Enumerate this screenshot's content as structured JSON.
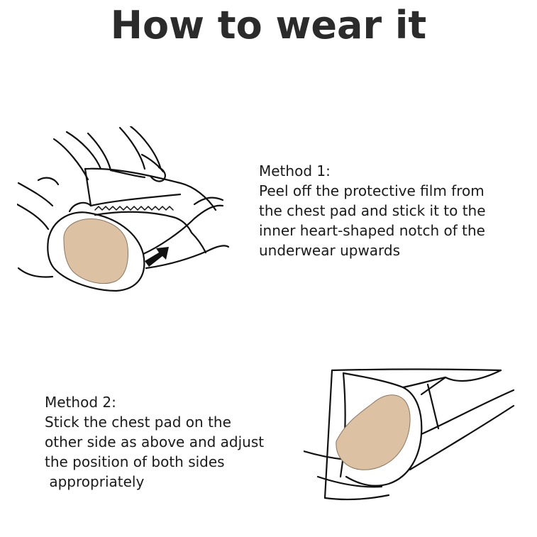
{
  "title": "How to wear it",
  "method1": {
    "heading": "Method 1:",
    "lines": [
      "Peel off the protective film from",
      "the chest pad and stick it to the",
      "inner heart-shaped notch of the",
      "underwear upwards"
    ]
  },
  "method2": {
    "heading": "Method 2:",
    "lines": [
      "Stick the chest pad on the",
      "other side as above and adjust",
      "the position of both sides",
      " appropriately"
    ]
  },
  "colors": {
    "title": "#2b2b2b",
    "text": "#1a1a1a",
    "pad": "#dcc2a3",
    "line": "#111111",
    "background": "#ffffff"
  },
  "illustrations": {
    "method1": "hands-applying-chest-pad-illustration",
    "method2": "chest-pad-in-bra-cup-illustration"
  }
}
